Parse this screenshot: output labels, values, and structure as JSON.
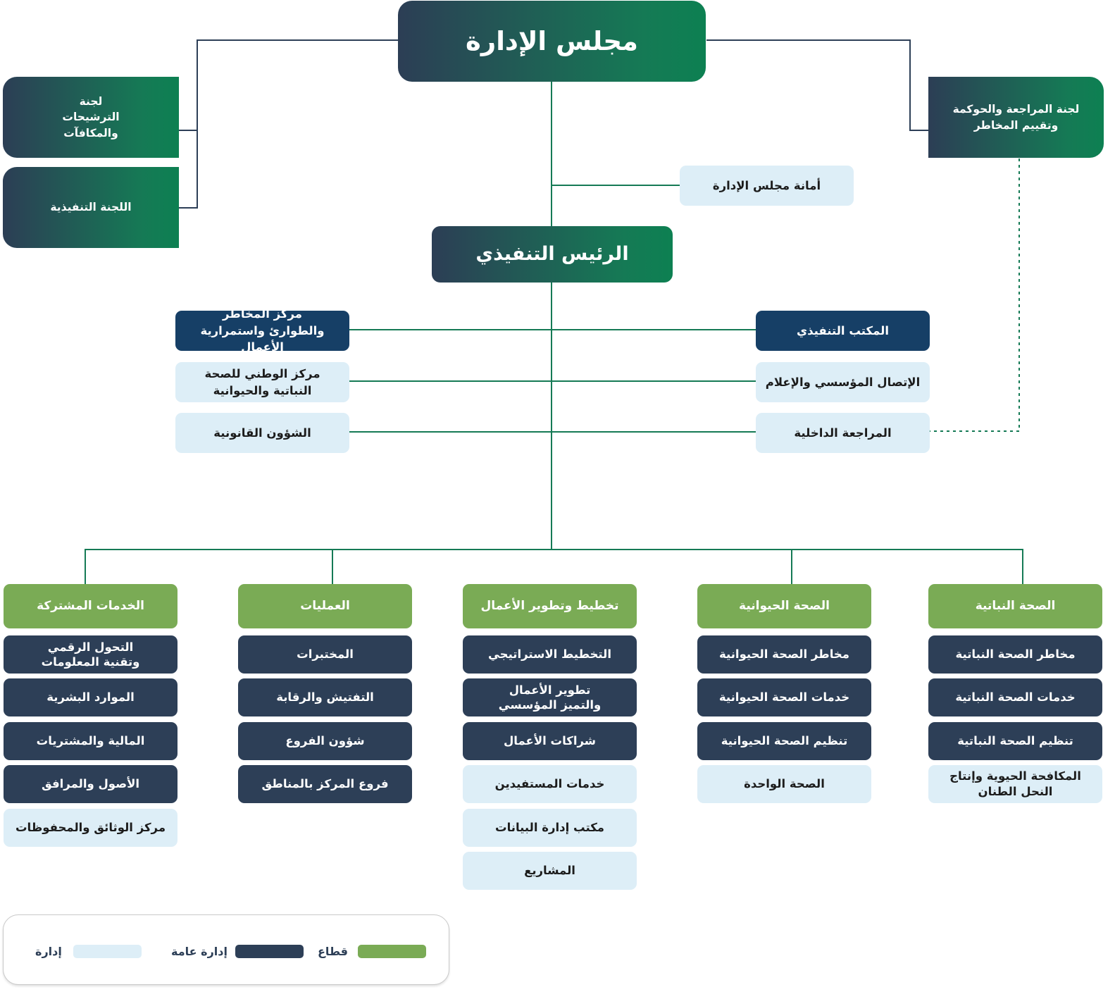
{
  "top": {
    "board": "مجلس الإدارة",
    "ceo": "الرئيس التنفيذي",
    "board_secretariat": "أمانة مجلس الإدارة"
  },
  "committees": {
    "nominations": "لجنة الترشيحات والمكافآت",
    "executive": "اللجنة التنفيذية",
    "audit": "لجنة المراجعة والحوكمة وتقييم المخاطر"
  },
  "ceo_units": {
    "right": [
      "المكتب التنفيذي",
      "الإتصال المؤسسي والإعلام",
      "المراجعة الداخلية"
    ],
    "left": [
      "مركز المخاطر والطوارئ واستمرارية الأعمال",
      "مركز الوطني للصحة النباتية والحيوانية",
      "الشؤون القانونية"
    ]
  },
  "sectors": [
    {
      "name": "الصحة النباتية",
      "units": [
        "مخاطر الصحة النباتية",
        "خدمات الصحة النباتية",
        "تنظيم الصحة النباتية",
        "المكافحة الحيوية وإنتاج النحل الطنان"
      ]
    },
    {
      "name": "الصحة الحيوانية",
      "units": [
        "مخاطر الصحة الحيوانية",
        "خدمات الصحة الحيوانية",
        "تنظيم الصحة الحيوانية",
        "الصحة الواحدة"
      ]
    },
    {
      "name": "تخطيط وتطوير الأعمال",
      "units": [
        "التخطيط الاستراتيجي",
        "تطوير الأعمال والتميز المؤسسي",
        "شراكات الأعمال",
        "خدمات المستفيدين",
        "مكتب إدارة البيانات",
        "المشاريع"
      ]
    },
    {
      "name": "العمليات",
      "units": [
        "المختبرات",
        "التفتيش والرقابة",
        "شؤون الفروع",
        "فروع المركز بالمناطق"
      ]
    },
    {
      "name": "الخدمات المشتركة",
      "units": [
        "التحول الرقمي وتقنية المعلومات",
        "الموارد البشرية",
        "المالية والمشتريات",
        "الأصول والمرافق",
        "مركز الوثائق والمحفوظات"
      ]
    }
  ],
  "legend": {
    "sector": "قطاع",
    "general_admin": "إدارة عامة",
    "admin": "إدارة"
  },
  "colors": {
    "sector": "#7aab55",
    "general_admin": "#2d3f57",
    "admin": "#ddeef7",
    "connector": "#157a55"
  }
}
